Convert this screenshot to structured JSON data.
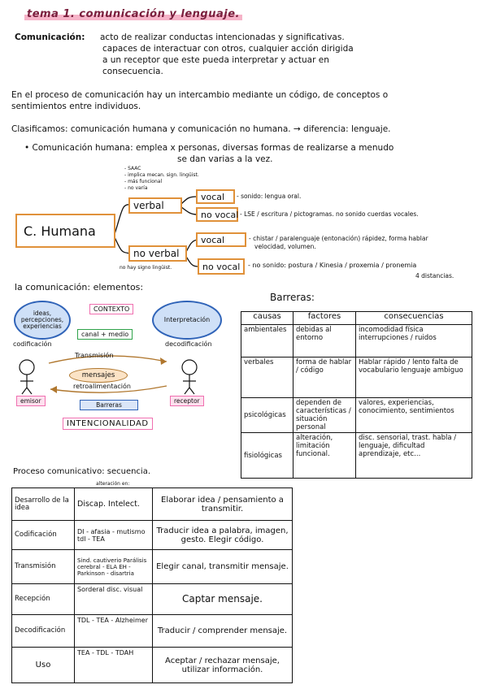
{
  "title": "tema 1. comunicación y lenguaje.",
  "definition": {
    "label": "Comunicación:",
    "lines": [
      "acto de realizar conductas intencionadas y significativas.",
      "capaces de interactuar con otros, cualquier acción dirigida",
      "a un receptor que este pueda interpretar y actuar en",
      "consecuencia."
    ]
  },
  "process_text": [
    "En el proceso de comunicación hay un intercambio mediante un código, de conceptos o",
    "sentimientos entre individuos."
  ],
  "classification": {
    "line": "Clasificamos: comunicación humana y comunicación no humana. → diferencia: lenguaje.",
    "bullet_line1": "• Comunicación humana: emplea x personas, diversas formas de realizarse a menudo",
    "bullet_line2": "se dan varias a la vez."
  },
  "diagram": {
    "main": "C. Humana",
    "verbal": "verbal",
    "no_verbal": "no verbal",
    "verbal_notes": [
      "- SAAC",
      "- implica mecan. sign. lingüist.",
      "- más funcional",
      "- no varía"
    ],
    "no_verbal_note": "no hay signo lingüist.",
    "leaves": [
      {
        "label": "vocal",
        "desc": "- sonido: lengua oral."
      },
      {
        "label": "no vocal",
        "desc": "- LSE / escritura / pictogramas. no sonido cuerdas vocales."
      },
      {
        "label": "vocal",
        "desc1": "- chistar / paralenguaje (entonación) rápidez, forma hablar",
        "desc2": "velocidad, volumen."
      },
      {
        "label": "no vocal",
        "desc1": "- no sonido: postura / Kinesia / proxemia / pronemia",
        "desc2": "4 distancias."
      }
    ]
  },
  "elements": {
    "heading": "la comunicación: elementos:",
    "ideas": "ideas, percepciones, experiencias",
    "contexto": "CONTEXTO",
    "interpretacion": "Interpretación",
    "codificacion": "codificación",
    "canal": "canal + medio",
    "decodificacion": "decodificación",
    "transmision": "Transmisión",
    "mensajes": "mensajes",
    "retroalimentacion": "retroalimentación",
    "emisor": "emisor",
    "barreras": "Barreras",
    "receptor": "receptor",
    "intencionalidad": "INTENCIONALIDAD"
  },
  "barriers": {
    "heading": "Barreras:",
    "headers": [
      "causas",
      "factores",
      "consecuencias"
    ],
    "rows": [
      {
        "c": "ambientales",
        "f": "debidas al entorno",
        "q": "incomodidad física interrupciones / ruidos"
      },
      {
        "c": "verbales",
        "f": "forma de hablar / código",
        "q": "Hablar rápido / lento falta de vocabulario lenguaje ambiguo"
      },
      {
        "c": "psicológicas",
        "f": "dependen de características / situación personal",
        "q": "valores, experiencias, conocimiento, sentimientos"
      },
      {
        "c": "fisiológicas",
        "f": "alteración, limitación funcional.",
        "q": "disc. sensorial, trast. habla / lenguaje, dificultad aprendizaje, etc..."
      }
    ]
  },
  "process": {
    "heading": "Proceso comunicativo: secuencia.",
    "col2_header": "alteración en:",
    "rows": [
      {
        "stage": "Desarrollo de la idea",
        "alt": "Discap. Intelect.",
        "act": "Elaborar idea / pensamiento a transmitir."
      },
      {
        "stage": "Codificación",
        "alt": "DI - afasia - mutismo tdl - TEA",
        "act": "Traducir idea a palabra, imagen, gesto. Elegir código."
      },
      {
        "stage": "Transmisión",
        "alt": "Sind. cautiverio Parálisis cerebral - ELA EH - Parkinson - disartria",
        "act": "Elegir canal, transmitir mensaje."
      },
      {
        "stage": "Recepción",
        "alt": "Sorderal disc. visual",
        "act": "Captar mensaje."
      },
      {
        "stage": "Decodificación",
        "alt": "TDL - TEA - Alzheimer",
        "act": "Traducir / comprender mensaje."
      },
      {
        "stage": "Uso",
        "alt": "TEA - TDL - TDAH",
        "act": "Aceptar / rechazar mensaje, utilizar información."
      }
    ]
  },
  "colors": {
    "orange": "#e0913a",
    "blue": "#2f63b8",
    "pink": "#f6b3c8",
    "green": "#2fa24a"
  }
}
